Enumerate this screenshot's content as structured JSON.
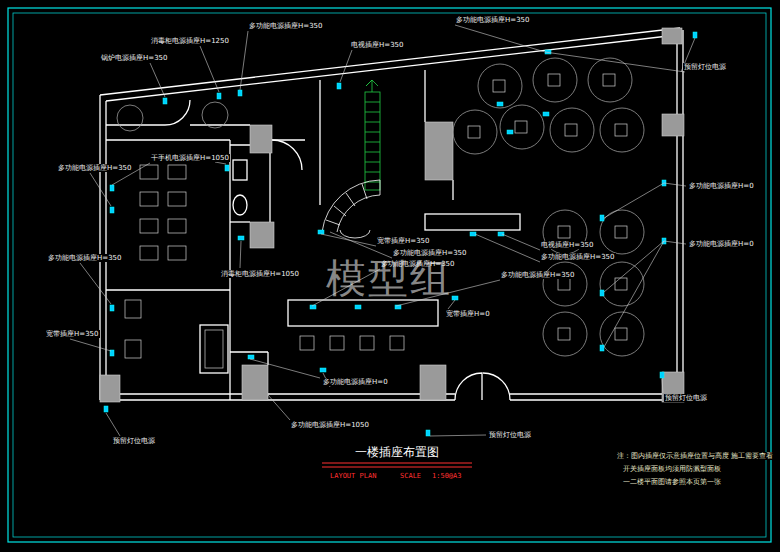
{
  "diagram": {
    "title": "一楼插座布置图",
    "caption": "LAYOUT PLAN",
    "labels": [
      "多功能电源插座H=350",
      "消毒柜电源插座H=1250",
      "锅炉电源插座H=350",
      "电视插座H=350",
      "多功能电源插座H=350",
      "预留灯位电源",
      "干手机电源插座H=1050",
      "多功能电源插座H=350",
      "多功能电源插座H=0",
      "多功能电源插座H=0",
      "多功能电源插座H=350",
      "消毒柜电源插座H=1050",
      "宽带插座H=350",
      "多功能电源插座H=350",
      "多功能电源插座H=350",
      "电视插座H=350",
      "多功能电源插座H=350",
      "多功能电源插座H=350",
      "宽带插座H=0",
      "宽带插座H=350",
      "多功能电源插座H=0",
      "多功能电源插座H=1050",
      "预留灯位电源",
      "预留灯位电源",
      "预留灯位电源",
      "模型组",
      "注：图内插座仅示意插座位置与高度 施工需要查看",
      "开关插座面板均须用防溅型面板",
      "一二楼平面图请参照本页第一张",
      "SCALE",
      "1:50@A3"
    ]
  }
}
